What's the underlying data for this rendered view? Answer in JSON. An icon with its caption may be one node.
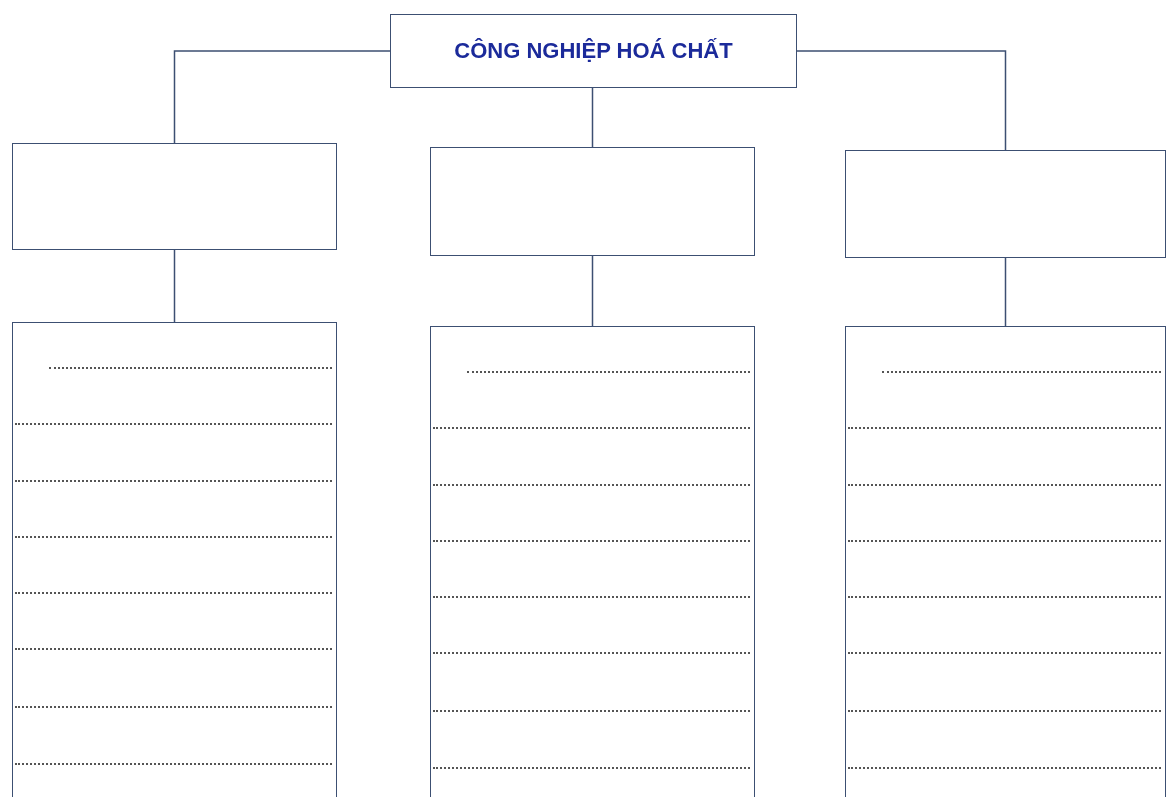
{
  "diagram": {
    "nodes": [
      {
        "text": [
          "CÔNG NGHIỆP HOÁ CHẤT"
        ]
      },
      {
        "text": [],
        "shape": "box"
      },
      {
        "text": [],
        "shape": "box"
      },
      {
        "text": [],
        "shape": "box"
      },
      {
        "text": [],
        "shape": "box"
      },
      {
        "text": [],
        "shape": "box"
      },
      {
        "text": [],
        "shape": "box"
      }
    ],
    "edges": [
      {
        "from": 0,
        "to": 1,
        "arrow": "none"
      },
      {
        "from": 0,
        "to": 2,
        "arrow": "none"
      },
      {
        "from": 0,
        "to": 3,
        "arrow": "none"
      },
      {
        "from": 1,
        "to": 4,
        "arrow": "none"
      },
      {
        "from": 2,
        "to": 5,
        "arrow": "none"
      },
      {
        "from": 3,
        "to": 6,
        "arrow": "none"
      }
    ]
  }
}
